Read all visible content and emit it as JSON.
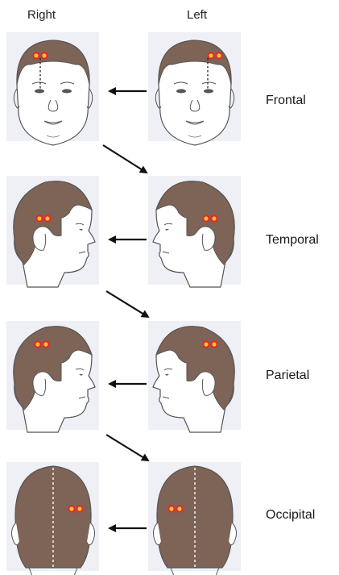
{
  "columns": {
    "right": "Right",
    "left": "Left"
  },
  "rows": [
    {
      "label": "Frontal",
      "view": "front"
    },
    {
      "label": "Temporal",
      "view": "side"
    },
    {
      "label": "Parietal",
      "view": "side"
    },
    {
      "label": "Occipital",
      "view": "back"
    }
  ],
  "colors": {
    "hair": "#7e6357",
    "skin": "#ffffff",
    "outline": "#555555",
    "panel": "#eef0f6",
    "electrode_fill": "#f2c230",
    "electrode_ring": "#e8262a",
    "arrow": "#111111"
  },
  "icons": {
    "head": "head-illustration",
    "electrode": "electrode-dot",
    "arrow": "arrow"
  }
}
